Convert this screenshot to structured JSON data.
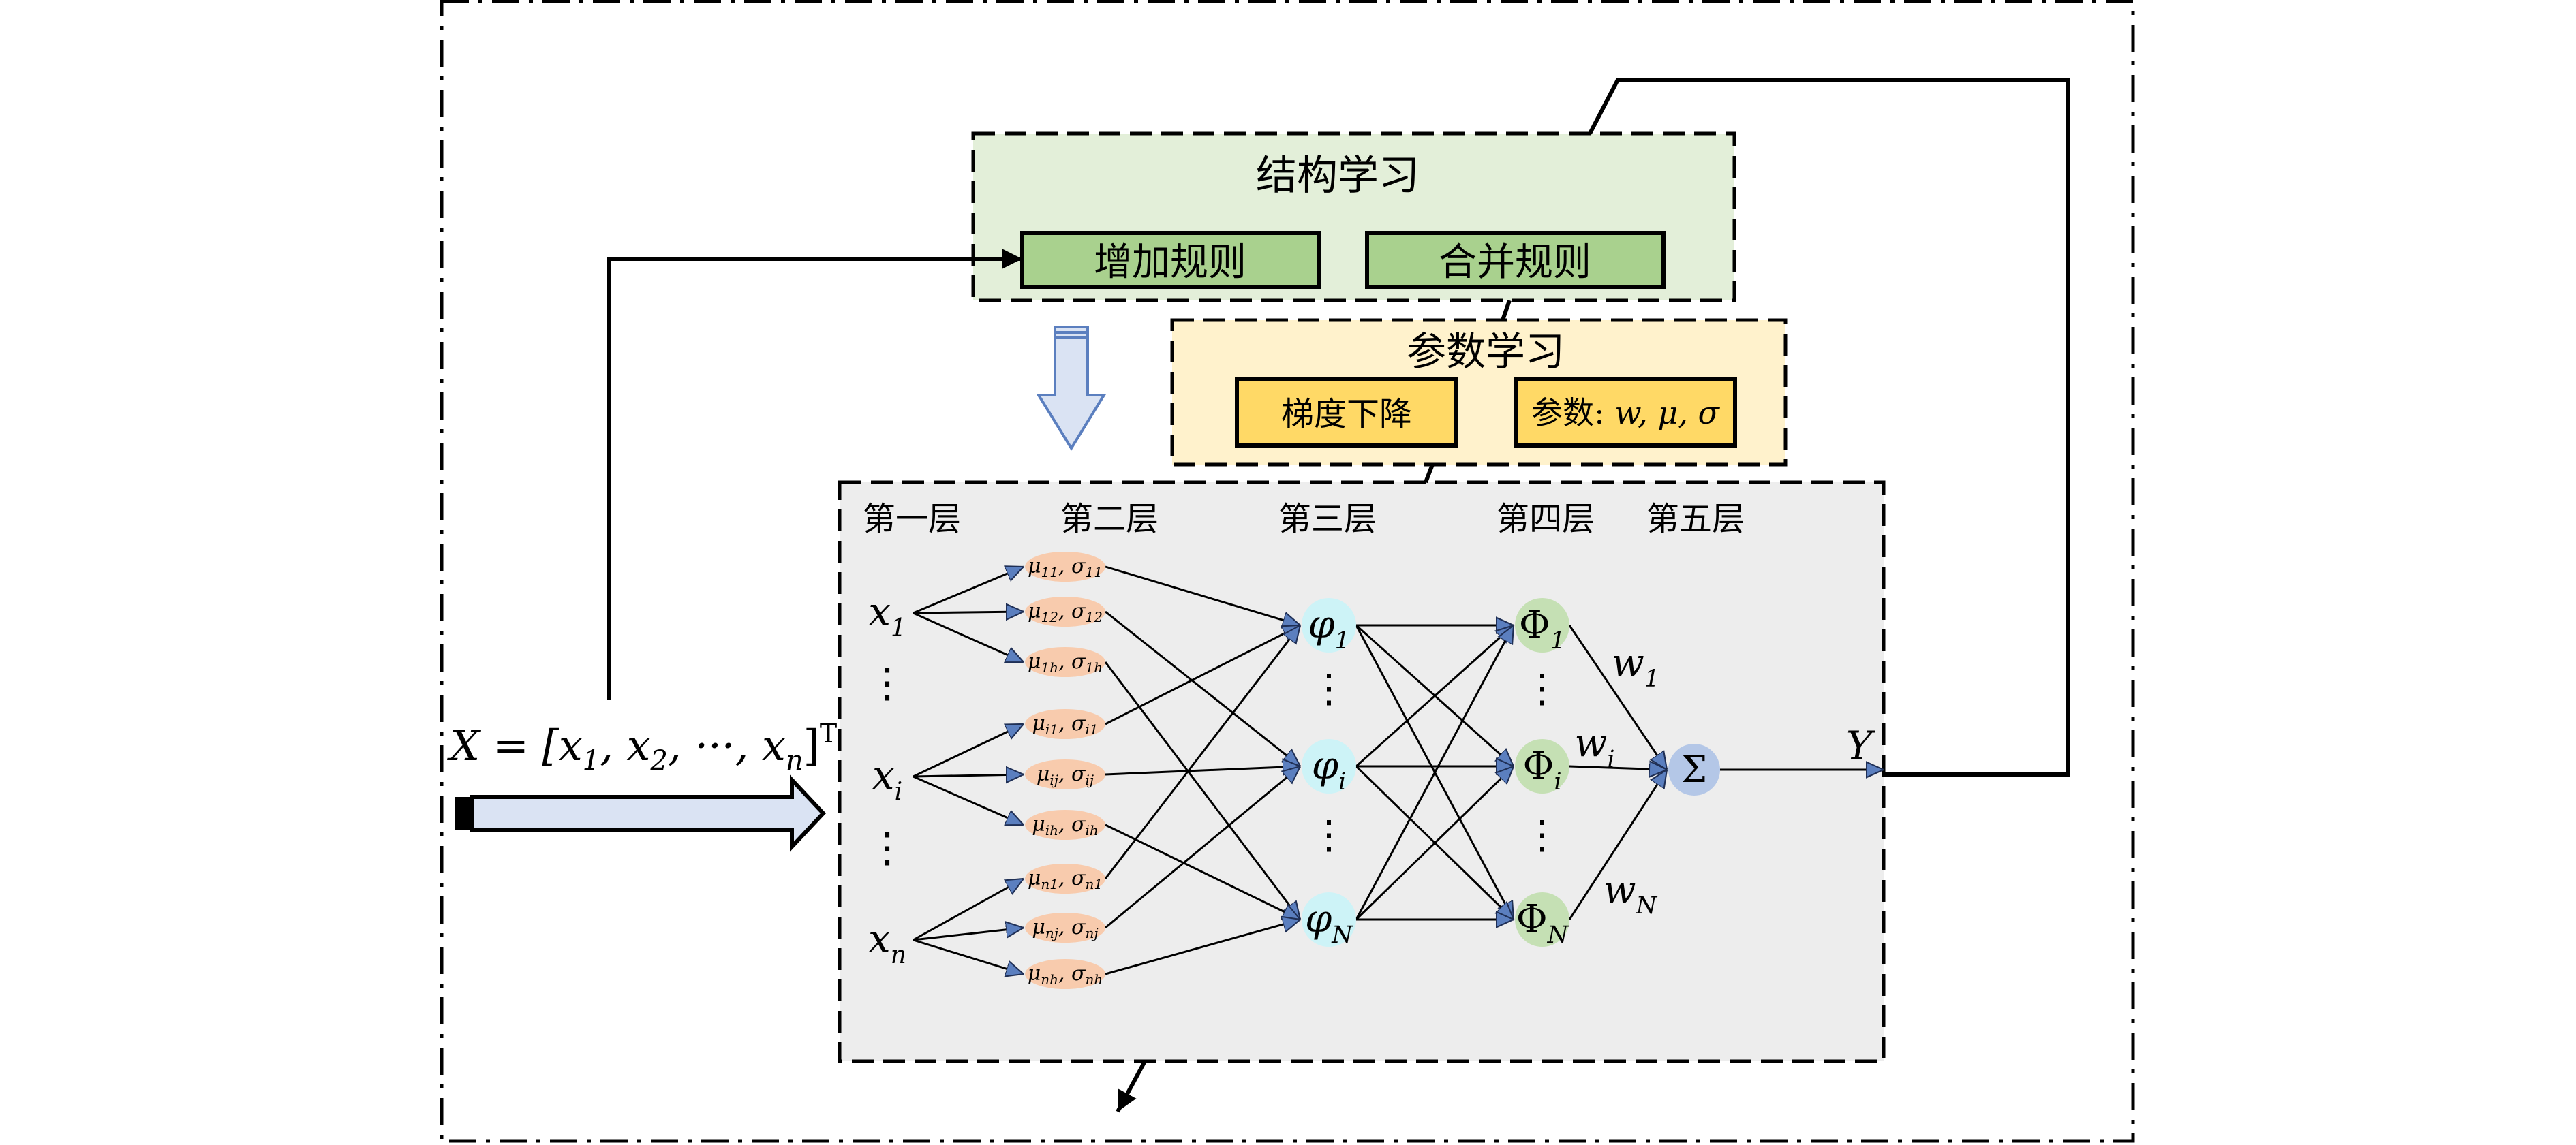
{
  "structure_learning": {
    "title": "结构学习",
    "add_rule": "增加规则",
    "merge_rule": "合并规则"
  },
  "parameter_learning": {
    "title": "参数学习",
    "gradient_descent": "梯度下降",
    "params_prefix": "参数: ",
    "params_vars": "w, μ, σ"
  },
  "layers": [
    "第一层",
    "第二层",
    "第三层",
    "第四层",
    "第五层"
  ],
  "input_vector": {
    "lhs": "X = [x",
    "s1": "1",
    "sep1": ", x",
    "s2": "2",
    "sep2": ", ···, x",
    "sn": "n",
    "close": "]",
    "sup": "T"
  },
  "inputs": [
    {
      "base": "x",
      "sub": "1"
    },
    {
      "base": "x",
      "sub": "i"
    },
    {
      "base": "x",
      "sub": "n"
    }
  ],
  "membership_nodes": [
    {
      "mu": "11",
      "sigma": "11"
    },
    {
      "mu": "12",
      "sigma": "12"
    },
    {
      "mu": "1h",
      "sigma": "1h"
    },
    {
      "mu": "i1",
      "sigma": "i1"
    },
    {
      "mu": "ij",
      "sigma": "ij"
    },
    {
      "mu": "ih",
      "sigma": "ih"
    },
    {
      "mu": "n1",
      "sigma": "n1"
    },
    {
      "mu": "nj",
      "sigma": "nj"
    },
    {
      "mu": "nh",
      "sigma": "nh"
    }
  ],
  "rule_nodes": [
    {
      "base": "φ",
      "sub": "1"
    },
    {
      "base": "φ",
      "sub": "i"
    },
    {
      "base": "φ",
      "sub": "N"
    }
  ],
  "norm_nodes": [
    {
      "base": "Φ",
      "sub": "1"
    },
    {
      "base": "Φ",
      "sub": "i"
    },
    {
      "base": "Φ",
      "sub": "N"
    }
  ],
  "weights": [
    {
      "base": "w",
      "sub": "1"
    },
    {
      "base": "w",
      "sub": "i"
    },
    {
      "base": "w",
      "sub": "N"
    }
  ],
  "sum_symbol": "Σ",
  "output": "Y",
  "ellipsis": "⋮",
  "colors": {
    "structure_fill": "#e3efd9",
    "structure_btn": "#a9d18e",
    "param_fill": "#fff2cc",
    "param_btn": "#ffd966",
    "network_fill": "#ededed",
    "membership": "#f8cbad",
    "rule": "#cdf3f7",
    "norm": "#c5e0b4",
    "sum": "#b4c7e7",
    "arrow_fill": "#dae3f3",
    "arrow_head": "#5b7fbf"
  }
}
